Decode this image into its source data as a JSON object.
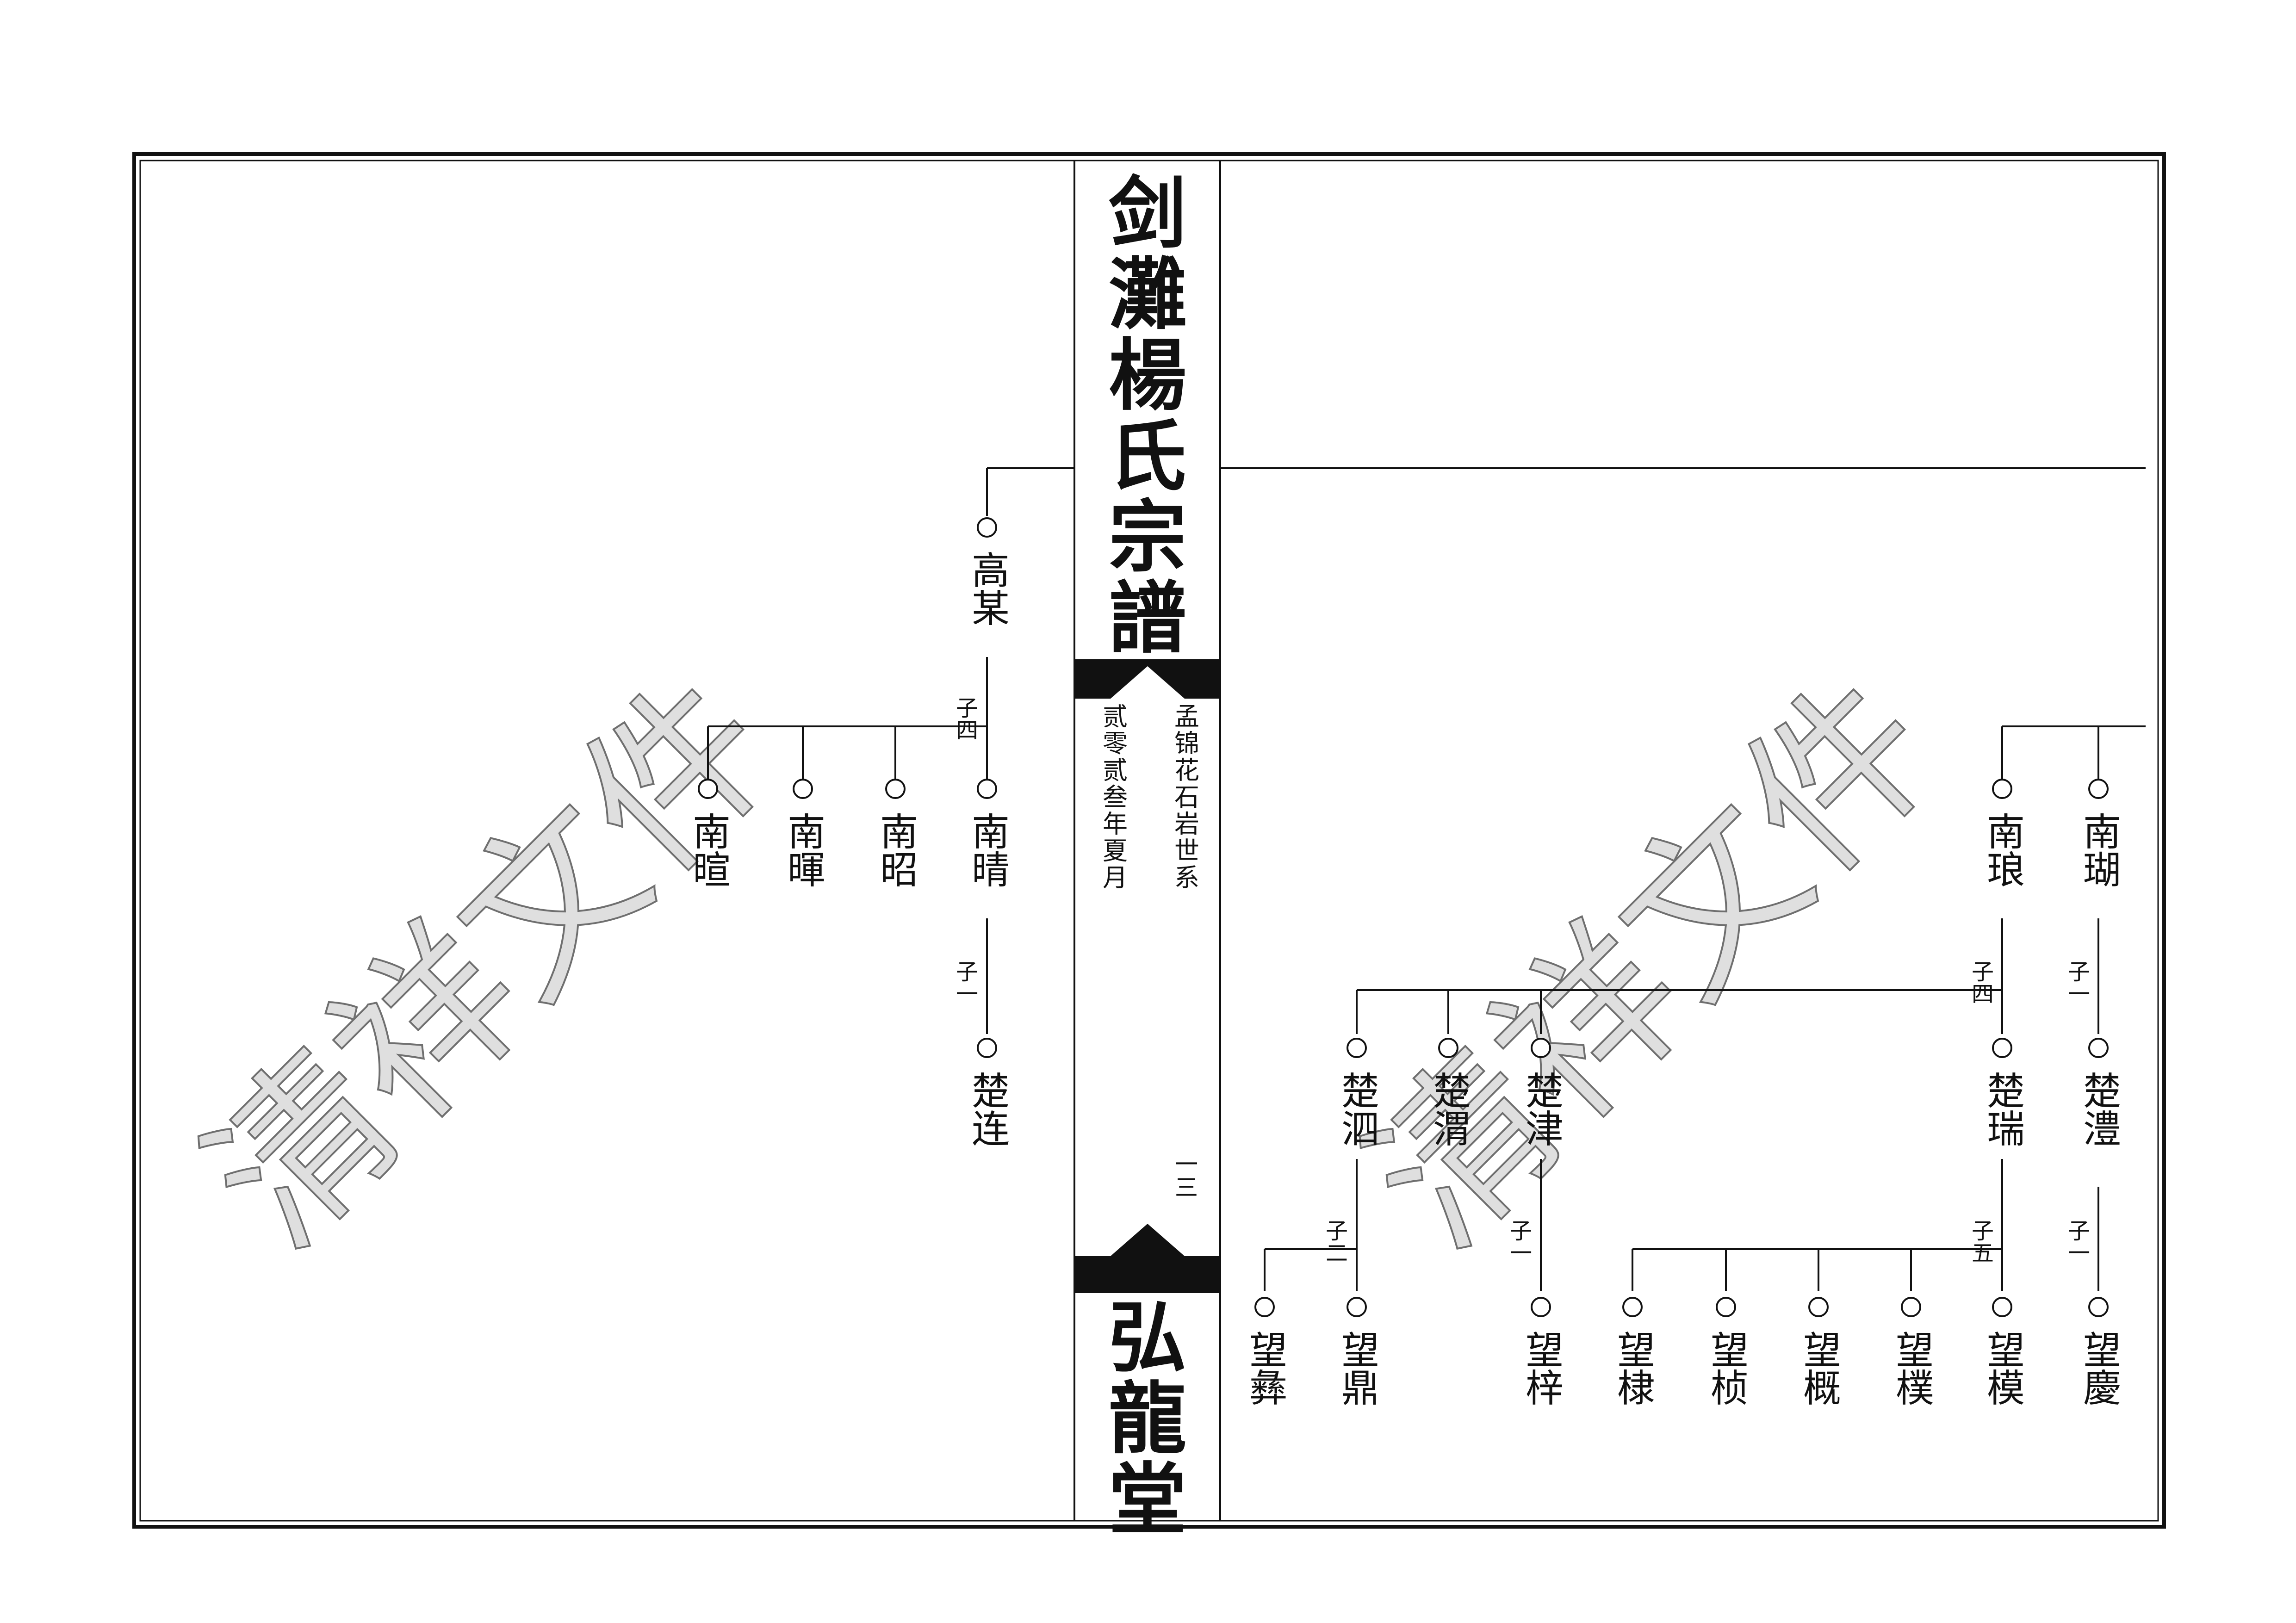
{
  "book": {
    "title": [
      "剑",
      "灘",
      "楊",
      "氏",
      "宗",
      "譜"
    ],
    "hall": [
      "弘",
      "龍",
      "堂"
    ],
    "branch": "孟锦花石岩世系",
    "date": "贰零贰叁年夏月",
    "page_number": "一三"
  },
  "watermark": "清祥文件",
  "colors": {
    "ink": "#111111",
    "watermark_fill": "#d9d9d9",
    "watermark_stroke": "#6f6f6f"
  },
  "left_page": {
    "persons": {
      "gaomou": "高某",
      "nanqing": "南晴",
      "nanzhao": "南昭",
      "nanhui": "南暉",
      "nanxuan": "南暄",
      "chulian": "楚连"
    },
    "son_counts": {
      "gaomou": "子四",
      "nanqing": "子一"
    }
  },
  "right_page": {
    "persons": {
      "nanhu": "南瑚",
      "nanlang": "南琅",
      "chuli": "楚澧",
      "churui": "楚瑞",
      "chujin": "楚津",
      "chuwei": "楚渭",
      "chusi": "楚泗",
      "wangqing": "望慶",
      "wangmo": "望模",
      "wangpu": "望樸",
      "wanggai": "望概",
      "wangzhen": "望桢",
      "wangdi": "望棣",
      "wangzi": "望梓",
      "wangding": "望鼎",
      "wangyi": "望彝"
    },
    "son_counts": {
      "nanhu": "子一",
      "nanlang": "子四",
      "chuli": "子一",
      "churui": "子五",
      "chujin": "子一",
      "chusi": "子二"
    }
  }
}
